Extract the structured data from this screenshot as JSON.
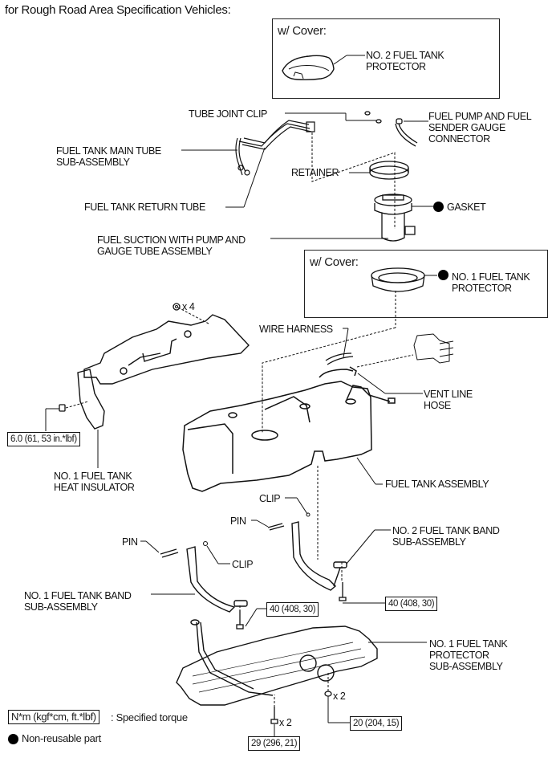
{
  "title": "for Rough Road Area Specification Vehicles:",
  "boxes": {
    "cover_top": {
      "heading": "w/ Cover:",
      "part_label": "NO. 2 FUEL TANK\nPROTECTOR"
    },
    "cover_mid": {
      "heading": "w/ Cover:",
      "part_label": "NO. 1 FUEL TANK\nPROTECTOR",
      "non_reusable": true
    }
  },
  "labels": {
    "tube_joint_clip": "TUBE JOINT CLIP",
    "fuel_pump_connector": "FUEL PUMP AND FUEL\nSENDER GAUGE\nCONNECTOR",
    "main_tube": "FUEL TANK MAIN TUBE\nSUB-ASSEMBLY",
    "retainer": "RETAINER",
    "gasket": "GASKET",
    "return_tube": "FUEL TANK RETURN TUBE",
    "suction_assembly": "FUEL SUCTION WITH PUMP AND\nGAUGE TUBE ASSEMBLY",
    "wire_harness": "WIRE HARNESS",
    "vent_line_hose": "VENT LINE\nHOSE",
    "heat_insulator": "NO. 1 FUEL TANK\nHEAT INSULATOR",
    "fuel_tank_assembly": "FUEL TANK ASSEMBLY",
    "clip_upper": "CLIP",
    "pin_upper": "PIN",
    "pin_lower": "PIN",
    "clip_lower": "CLIP",
    "band_no2": "NO. 2 FUEL TANK BAND\nSUB-ASSEMBLY",
    "band_no1": "NO. 1 FUEL TANK BAND\nSUB-ASSEMBLY",
    "protector_sub": "NO. 1 FUEL TANK\nPROTECTOR\nSUB-ASSEMBLY"
  },
  "quantities": {
    "clip_x4": "x 4",
    "nut_x2": "x 2",
    "bolt_x2": "x 2"
  },
  "torques": {
    "insulator_nut": "6.0 (61, 53 in.*lbf)",
    "band_no1_bolt": "40 (408, 30)",
    "band_no2_bolt": "40 (408, 30)",
    "protector_nut": "20 (204, 15)",
    "protector_bolt": "29 (296, 21)"
  },
  "legend": {
    "torque_unit": "N*m (kgf*cm, ft.*lbf)",
    "torque_desc": ": Specified torque",
    "non_reusable": "Non-reusable part"
  },
  "non_reusable_parts": [
    "GASKET",
    "NO. 1 FUEL TANK PROTECTOR"
  ]
}
